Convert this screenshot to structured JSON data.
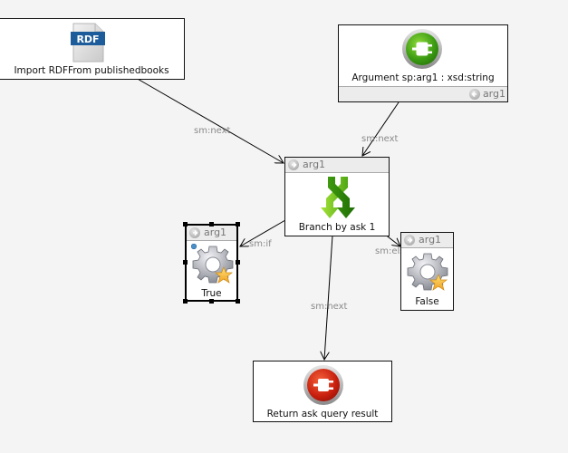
{
  "diagram": {
    "nodes": {
      "import_rdf": {
        "label": "Import RDFFrom publishedbooks",
        "icon": "rdf-file-icon",
        "icon_text": "RDF"
      },
      "argument": {
        "label": "Argument sp:arg1 : xsd:string",
        "icon": "green-plug-icon",
        "port_label": "arg1"
      },
      "branch": {
        "label": "Branch by ask 1",
        "icon": "branch-arrows-icon",
        "port_label": "arg1"
      },
      "true_node": {
        "label": "True",
        "icon": "gear-star-icon",
        "port_label": "arg1",
        "selected": true
      },
      "false_node": {
        "label": "False",
        "icon": "gear-star-icon",
        "port_label": "arg1"
      },
      "return_node": {
        "label": "Return ask query result",
        "icon": "red-plug-icon"
      }
    },
    "edges": [
      {
        "from": "import_rdf",
        "to": "branch",
        "label": "sm:next"
      },
      {
        "from": "argument",
        "to": "branch",
        "label": "sm:next"
      },
      {
        "from": "branch",
        "to": "true_node",
        "label": "sm:if"
      },
      {
        "from": "branch",
        "to": "false_node",
        "label": "sm:else"
      },
      {
        "from": "branch",
        "to": "return_node",
        "label": "sm:next"
      }
    ]
  }
}
